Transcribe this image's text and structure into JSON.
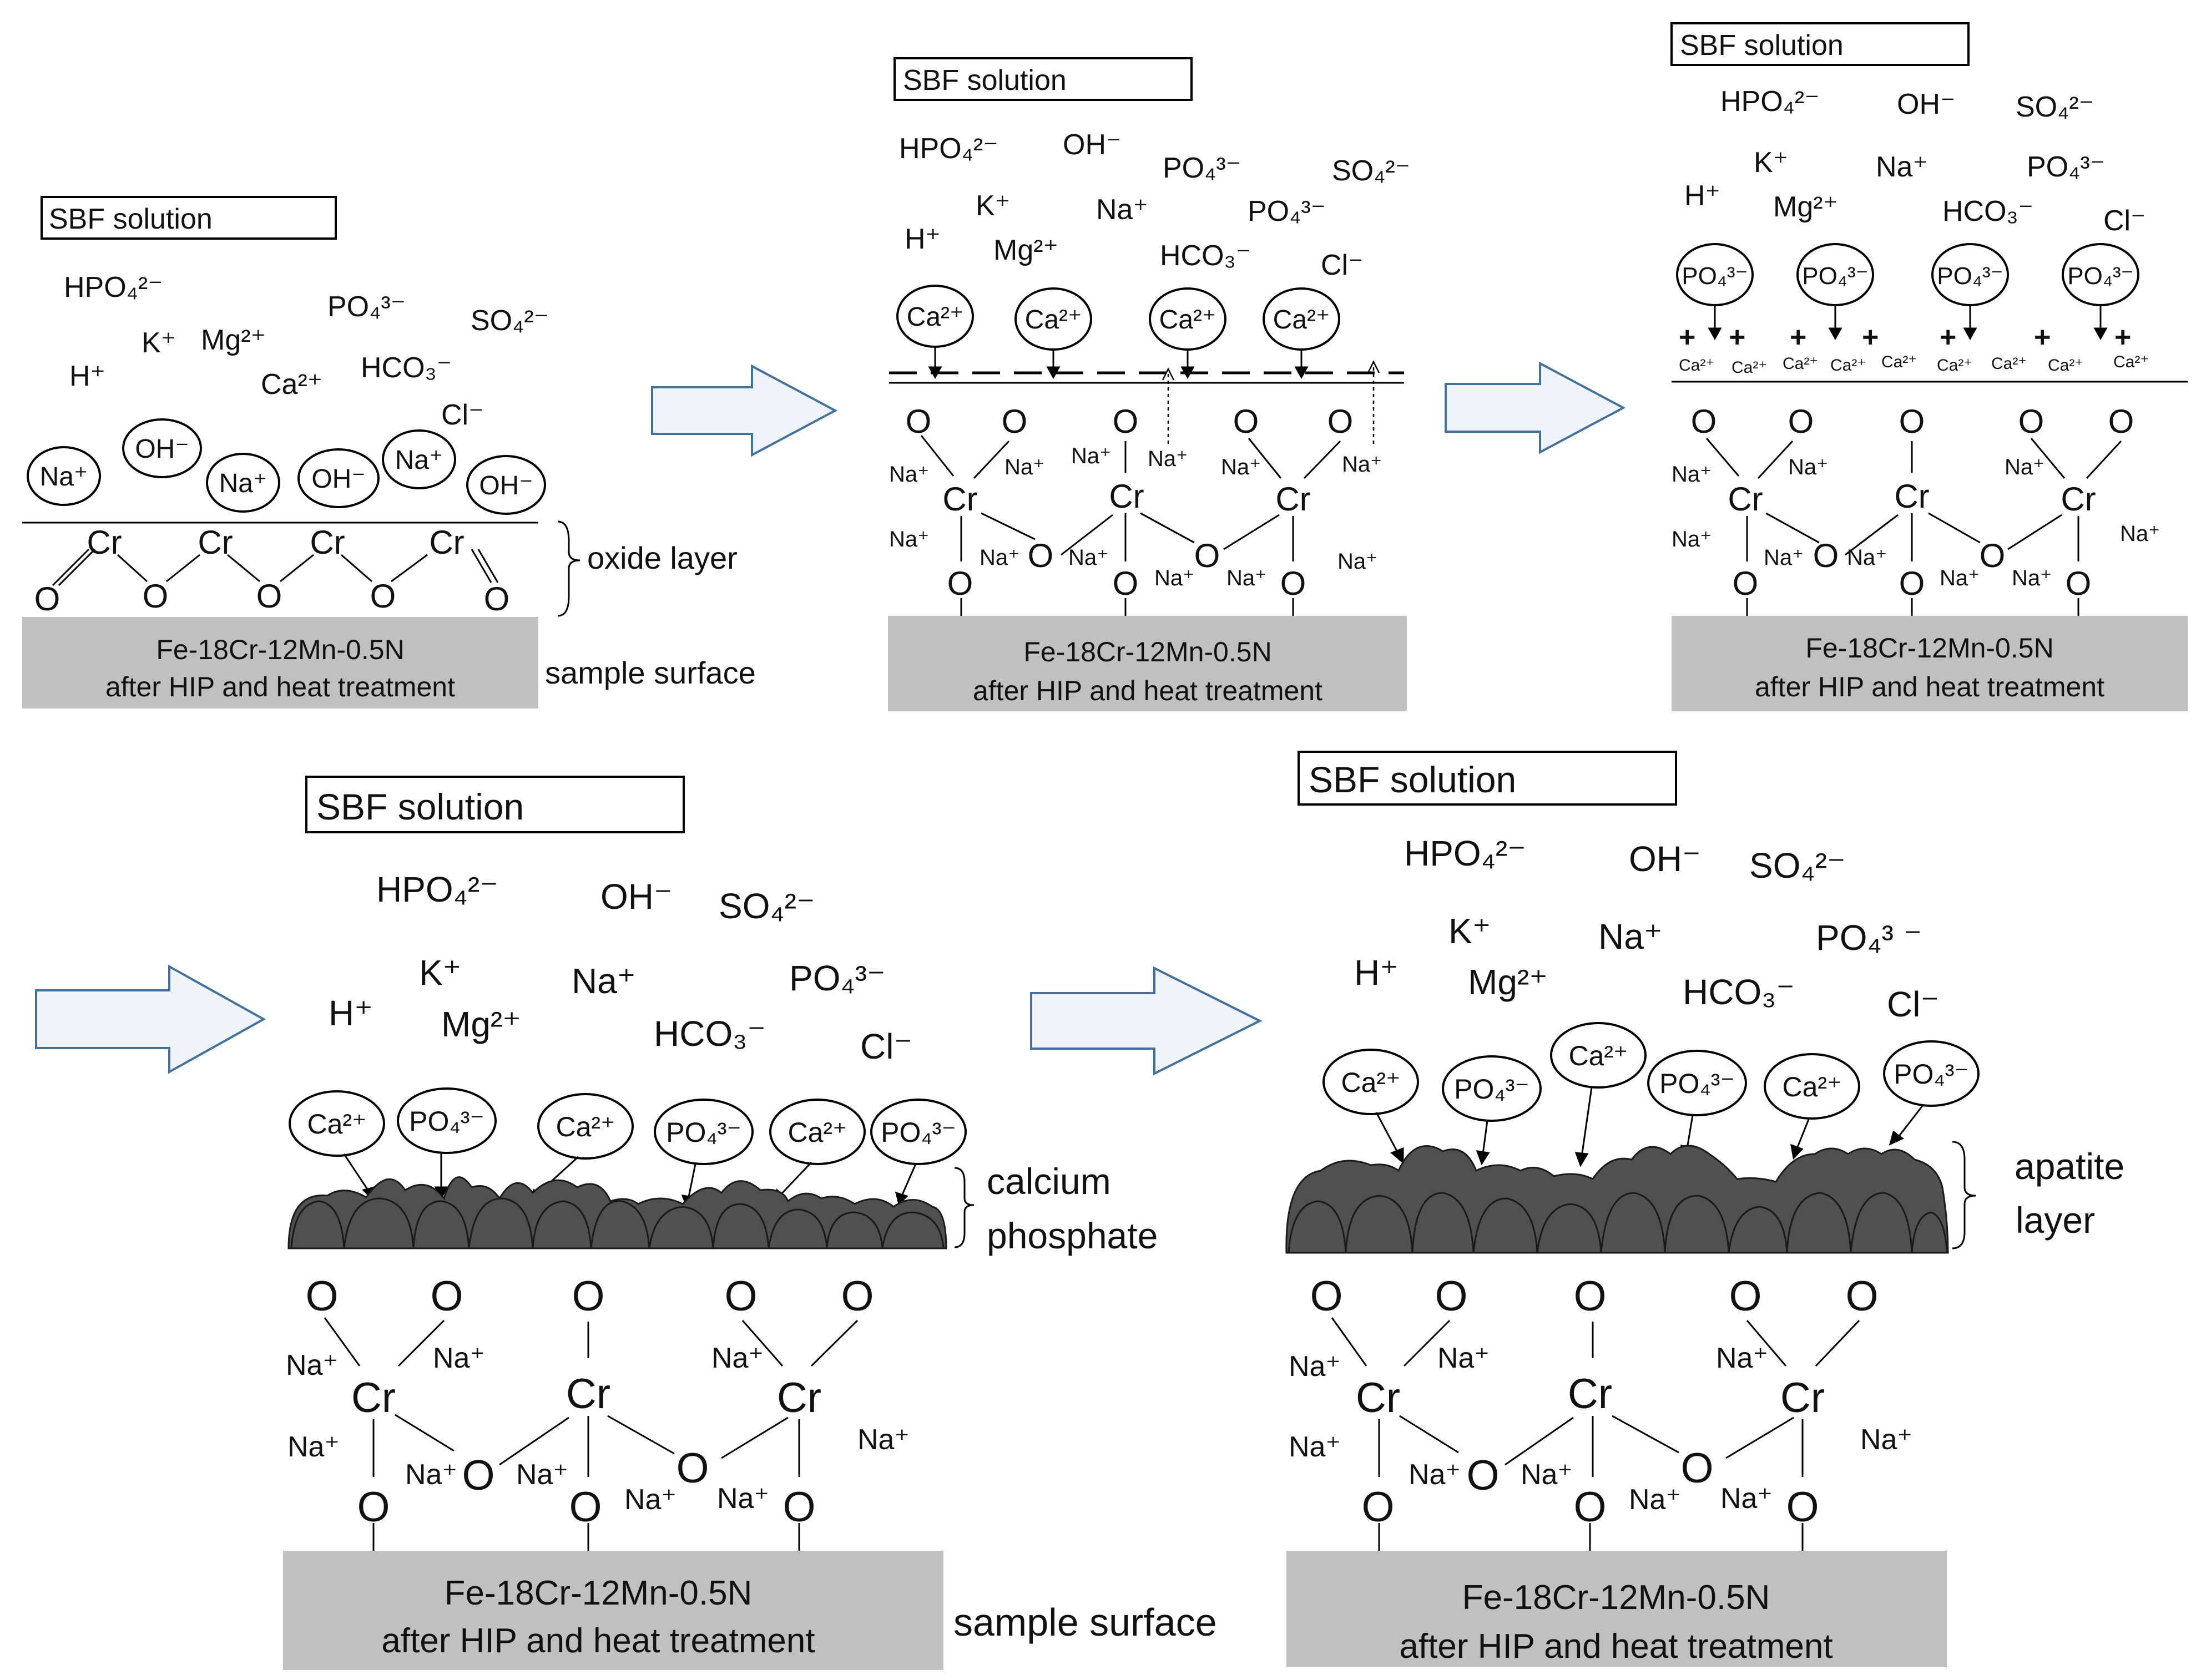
{
  "solution_label": "SBF solution",
  "substrate": {
    "line1": "Fe-18Cr-12Mn-0.5N",
    "line2": "after HIP and heat treatment"
  },
  "labels": {
    "oxide_layer": "oxide layer",
    "sample_surface": "sample surface",
    "calcium": "calcium",
    "phosphate": "phosphate",
    "apatite": "apatite",
    "layer": "layer"
  },
  "species": {
    "HPO4": "HPO₄²⁻",
    "OH": "OH⁻",
    "PO4": "PO₄³⁻",
    "PO4_alt": "PO₄³ ⁻",
    "SO4": "SO₄²⁻",
    "Hplus": "H⁺",
    "Kplus": "K⁺",
    "Mg": "Mg²⁺",
    "Na": "Na⁺",
    "Ca": "Ca²⁺",
    "HCO3": "HCO₃⁻",
    "Cl": "Cl⁻",
    "Cr": "Cr",
    "O": "O",
    "plus": "+"
  },
  "colors": {
    "substrate_fill": "#c0c0c0",
    "deposit_fill": "#505050",
    "arrow_fill": "#f0f3f8",
    "arrow_stroke": "#41719c",
    "text": "#111111"
  }
}
